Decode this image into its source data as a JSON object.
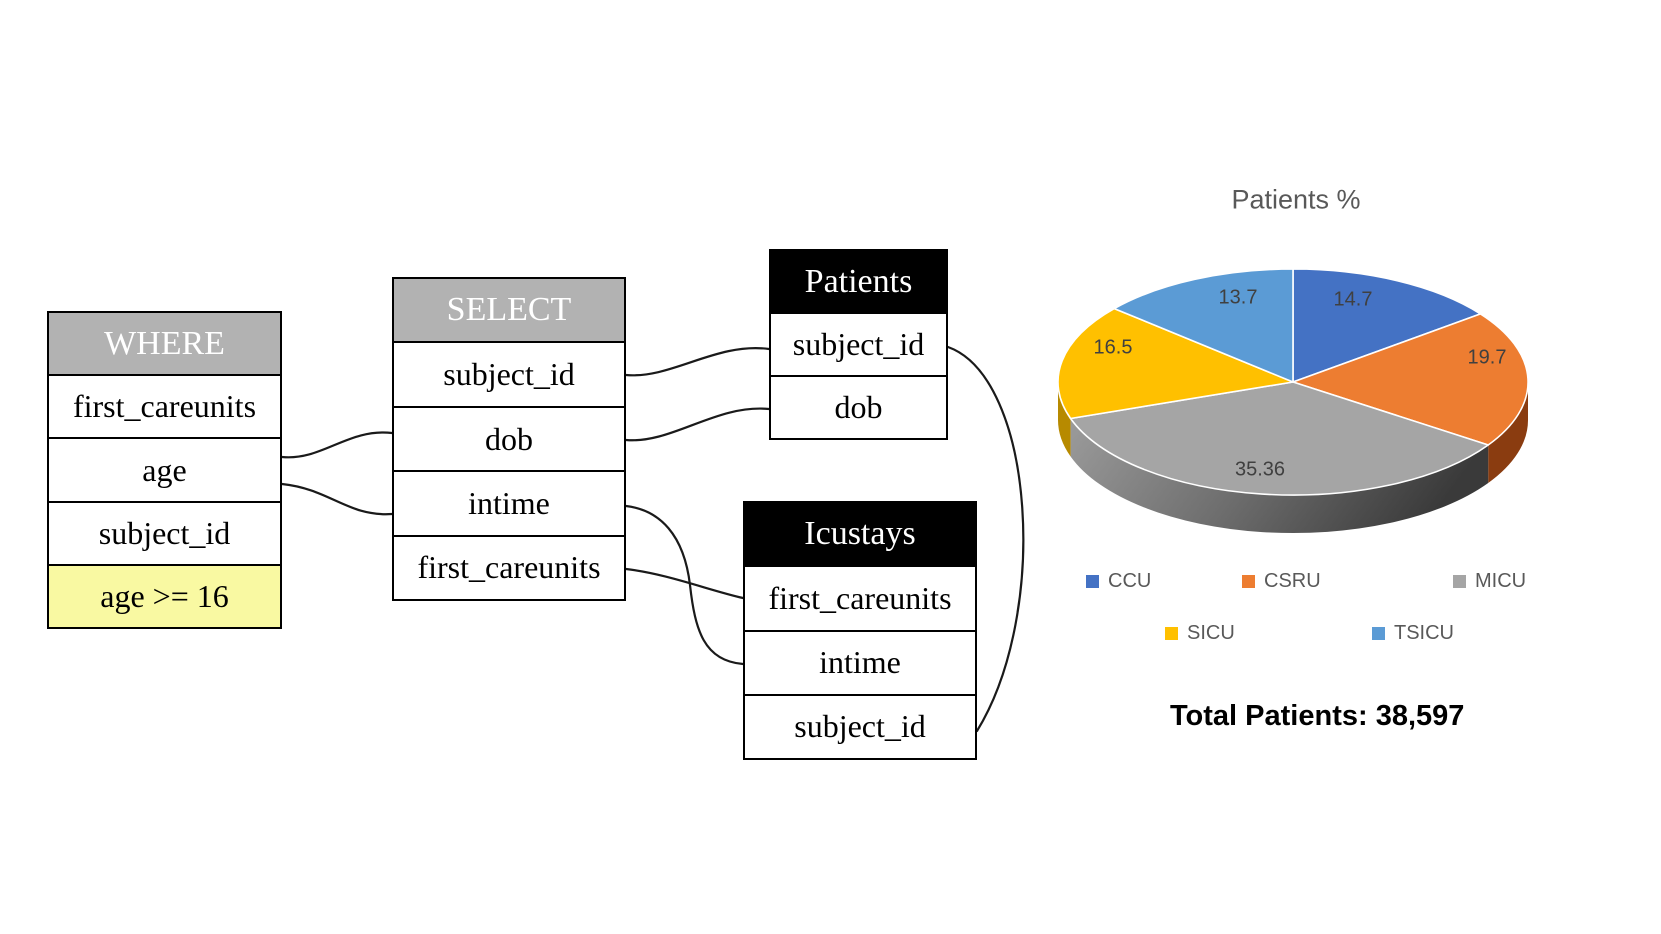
{
  "diagram": {
    "where_table": {
      "header": "WHERE",
      "rows": [
        "first_careunits",
        "age",
        "subject_id"
      ],
      "condition_row": "age >= 16"
    },
    "select_table": {
      "header": "SELECT",
      "rows": [
        "subject_id",
        "dob",
        "intime",
        "first_careunits"
      ]
    },
    "patients_table": {
      "header": "Patients",
      "rows": [
        "subject_id",
        "dob"
      ]
    },
    "icustays_table": {
      "header": "Icustays",
      "rows": [
        "first_careunits",
        "intime",
        "subject_id"
      ]
    },
    "colors": {
      "clause_header_bg": "#b2b2b2",
      "schema_header_bg": "#000000",
      "condition_bg": "#f9f9a2"
    }
  },
  "chart_data": {
    "type": "pie",
    "style": "3d",
    "title": "Patients %",
    "categories": [
      "CCU",
      "CSRU",
      "MICU",
      "SICU",
      "TSICU"
    ],
    "values": [
      14.7,
      19.7,
      35.36,
      16.5,
      13.7
    ],
    "colors": [
      "#4472c4",
      "#ed7d31",
      "#a5a5a5",
      "#ffc000",
      "#5b9bd5"
    ],
    "legend_position": "bottom",
    "footer": "Total Patients: 38,597"
  }
}
